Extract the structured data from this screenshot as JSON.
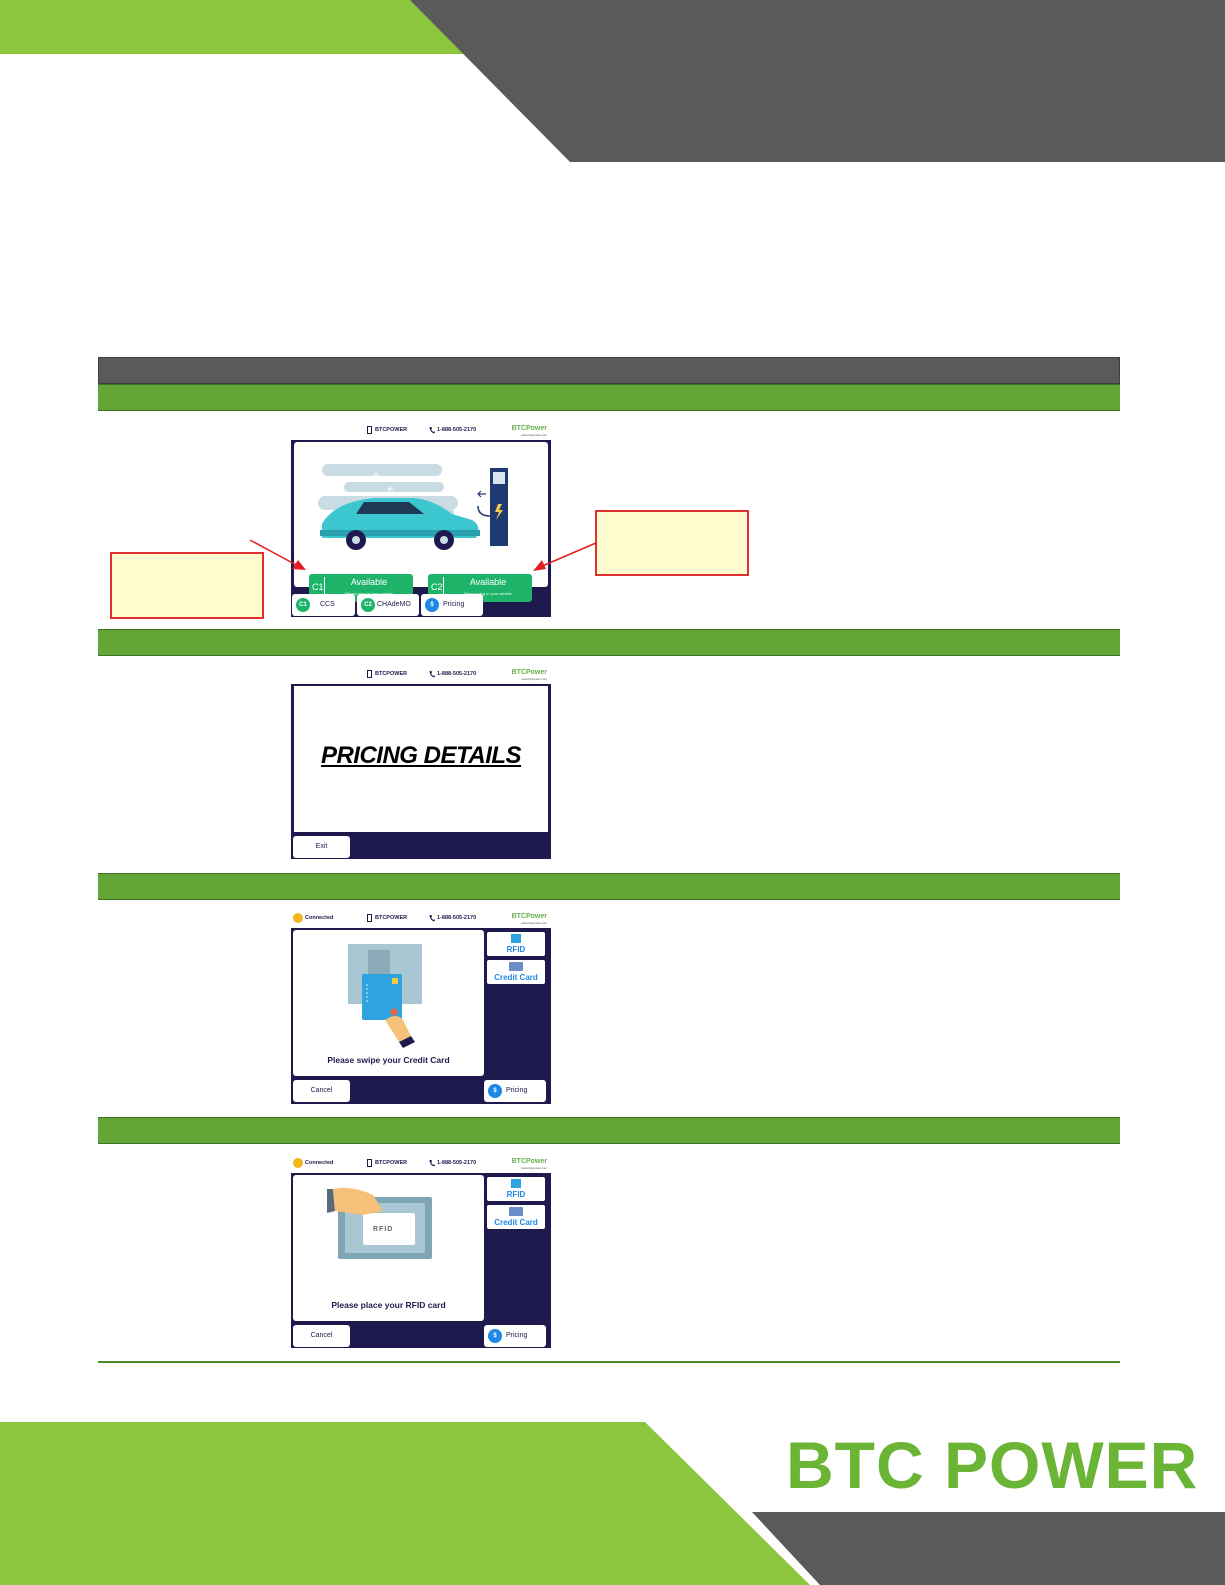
{
  "colors": {
    "brand_green": "#8cc63f",
    "dark_gray": "#5a5a5a",
    "table_green": "#63a537",
    "kiosk_navy": "#1f1a4d",
    "available_green": "#1db46a",
    "callout_fill": "#fffccf",
    "callout_border": "#e03030"
  },
  "kiosk_common": {
    "brand": "BTCPOWER",
    "phone": "1-888-505-2170",
    "logo": "BTCPower",
    "logo_sub": "www.btcpower.com",
    "connected": "Connected"
  },
  "screen1": {
    "c1_badge": "C1",
    "c1_status": "Available",
    "c1_sub": "Please plug in your vehicle",
    "c2_badge": "C2",
    "c2_status": "Available",
    "c2_sub": "Please plug in your vehicle",
    "tab_ccs": "CCS",
    "tab_ccs_badge": "C1",
    "tab_chademo": "CHAdeMO",
    "tab_chademo_badge": "C2",
    "tab_pricing": "Pricing",
    "pricing_badge": "$"
  },
  "screen2": {
    "title": "PRICING DETAILS",
    "exit": "Exit"
  },
  "screen3": {
    "prompt": "Please swipe your Credit Card",
    "rfid": "RFID",
    "credit_card": "Credit Card",
    "cancel": "Cancel",
    "pricing": "Pricing",
    "pricing_badge": "$"
  },
  "screen4": {
    "prompt": "Please place your RFID card",
    "card_text": "RFID",
    "rfid": "RFID",
    "credit_card": "Credit Card",
    "cancel": "Cancel",
    "pricing": "Pricing",
    "pricing_badge": "$"
  },
  "footer": {
    "brand": "BTC POWER"
  }
}
